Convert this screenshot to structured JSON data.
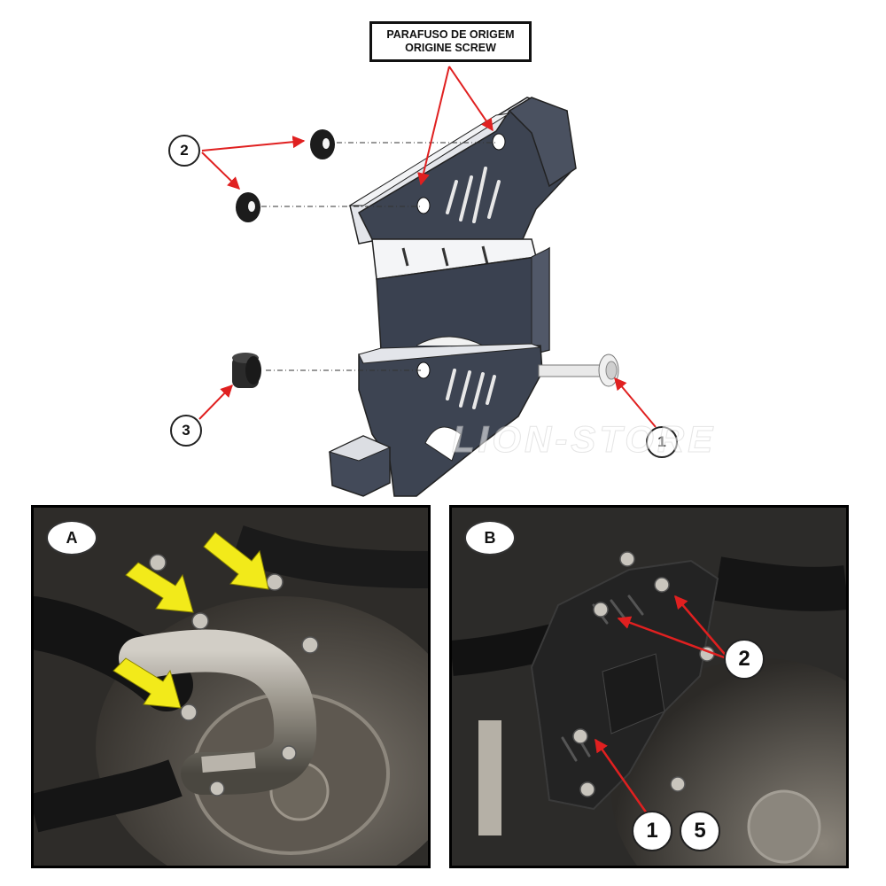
{
  "origin_label": {
    "line1": "PARAFUSO DE ORIGEM",
    "line2": "ORIGINE SCREW"
  },
  "callouts": {
    "screw": "1",
    "rubber_washers": "2",
    "spacer": "3"
  },
  "watermark": "LION-STORE",
  "panel_a": {
    "label": "A"
  },
  "panel_b": {
    "label": "B",
    "callout_washers": "2",
    "callout_screw": "1",
    "callout_other": "5"
  },
  "colors": {
    "leader_arrow": "#e02020",
    "highlight_arrow": "#f2ea1a",
    "guard": "#3b4250",
    "guard_light": "#d9dbe0"
  }
}
